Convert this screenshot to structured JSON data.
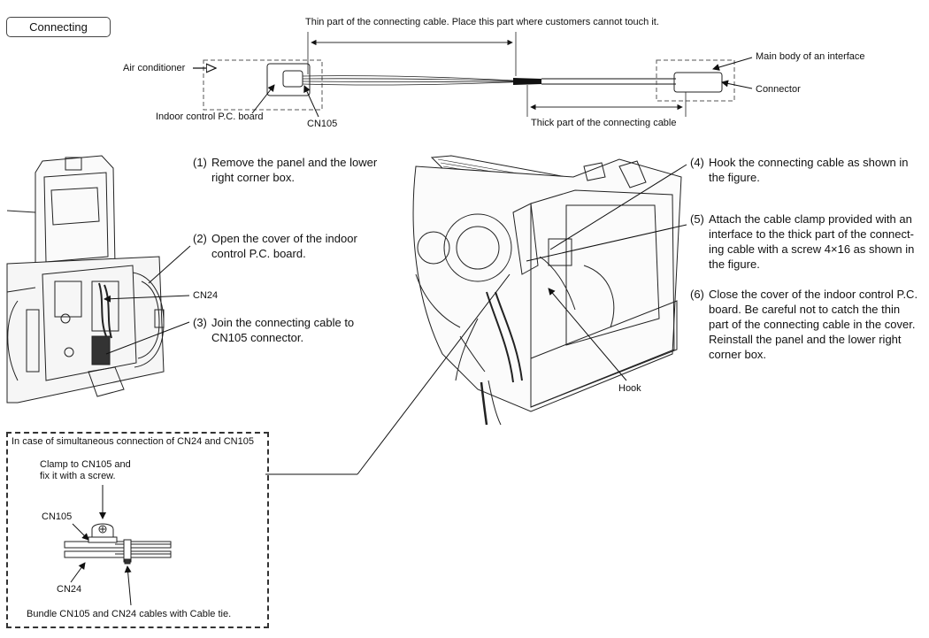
{
  "header": {
    "section_title": "Connecting"
  },
  "top_diagram": {
    "thin_part_note": "Thin part of the connecting cable. Place this part where customers cannot touch it.",
    "air_conditioner": "Air conditioner",
    "indoor_board": "Indoor control P.C. board",
    "cn105": "CN105",
    "thick_part": "Thick part of the connecting cable",
    "main_body": "Main body of an interface",
    "connector": "Connector"
  },
  "left_figure": {
    "cn24_label": "CN24"
  },
  "steps_left": [
    {
      "num": "(1)",
      "line1": "Remove the panel and the lower",
      "line2": "right corner box."
    },
    {
      "num": "(2)",
      "line1": "Open the cover of the indoor",
      "line2": "control P.C. board."
    },
    {
      "num": "(3)",
      "line1": "Join the connecting cable to",
      "line2": "CN105 connector."
    }
  ],
  "steps_right": [
    {
      "num": "(4)",
      "lines": [
        "Hook the connecting cable as shown in",
        "the figure."
      ]
    },
    {
      "num": "(5)",
      "lines": [
        "Attach the cable clamp provided with an",
        "interface to the thick part of the connect-",
        "ing cable with a screw 4×16 as shown in",
        "the figure."
      ]
    },
    {
      "num": "(6)",
      "lines": [
        "Close the cover of the indoor control P.C.",
        "board. Be careful not to catch the thin",
        "part of the connecting cable in the cover.",
        "Reinstall the panel and the lower right",
        "corner box."
      ]
    }
  ],
  "right_figure": {
    "hook_label": "Hook"
  },
  "inset": {
    "title": "In case of simultaneous connection of CN24 and CN105",
    "clamp_note_line1": "Clamp to CN105 and",
    "clamp_note_line2": "fix it with a screw.",
    "cn105": "CN105",
    "cn24": "CN24",
    "bundle_note": "Bundle CN105 and CN24 cables with Cable tie."
  }
}
